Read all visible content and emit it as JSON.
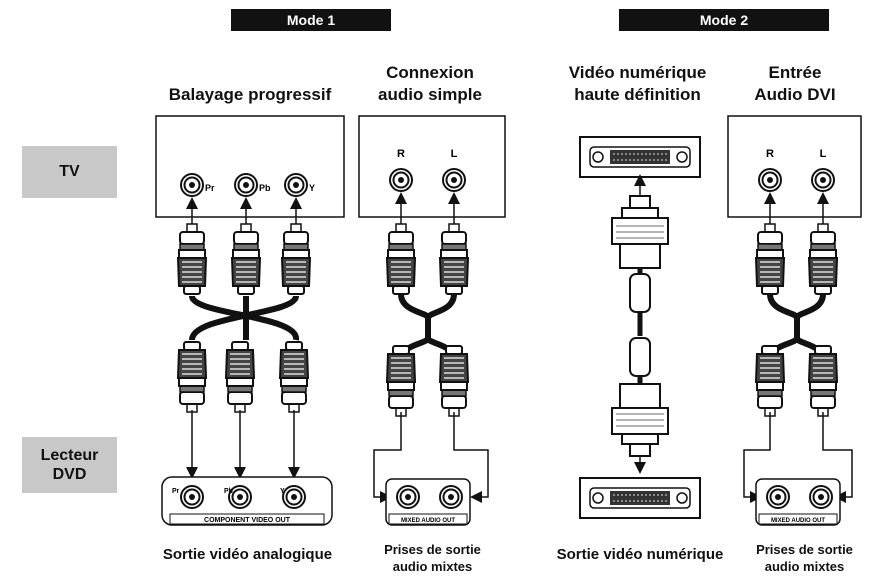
{
  "modes": {
    "mode1": "Mode 1",
    "mode2": "Mode 2"
  },
  "side_labels": {
    "tv": "TV",
    "dvd_line1": "Lecteur",
    "dvd_line2": "DVD"
  },
  "headers": {
    "progressive": "Balayage progressif",
    "simple_audio_1": "Connexion",
    "simple_audio_2": "audio simple",
    "hd_video_1": "Vidéo numérique",
    "hd_video_2": "haute définition",
    "dvi_audio_1": "Entrée",
    "dvi_audio_2": "Audio DVI"
  },
  "captions": {
    "analog_out": "Sortie vidéo analogique",
    "mixed_out_a_1": "Prises de sortie",
    "mixed_out_a_2": "audio mixtes",
    "digital_out": "Sortie vidéo numérique",
    "mixed_out_b_1": "Prises de sortie",
    "mixed_out_b_2": "audio mixtes"
  },
  "jacks": {
    "pr": "Pr",
    "pb": "Pb",
    "y": "Y",
    "r": "R",
    "l": "L"
  },
  "panels": {
    "component_out": "COMPONENT VIDEO OUT",
    "mixed_audio_out_a": "MIXED AUDIO OUT",
    "mixed_audio_out_b": "MIXED AUDIO OUT"
  }
}
